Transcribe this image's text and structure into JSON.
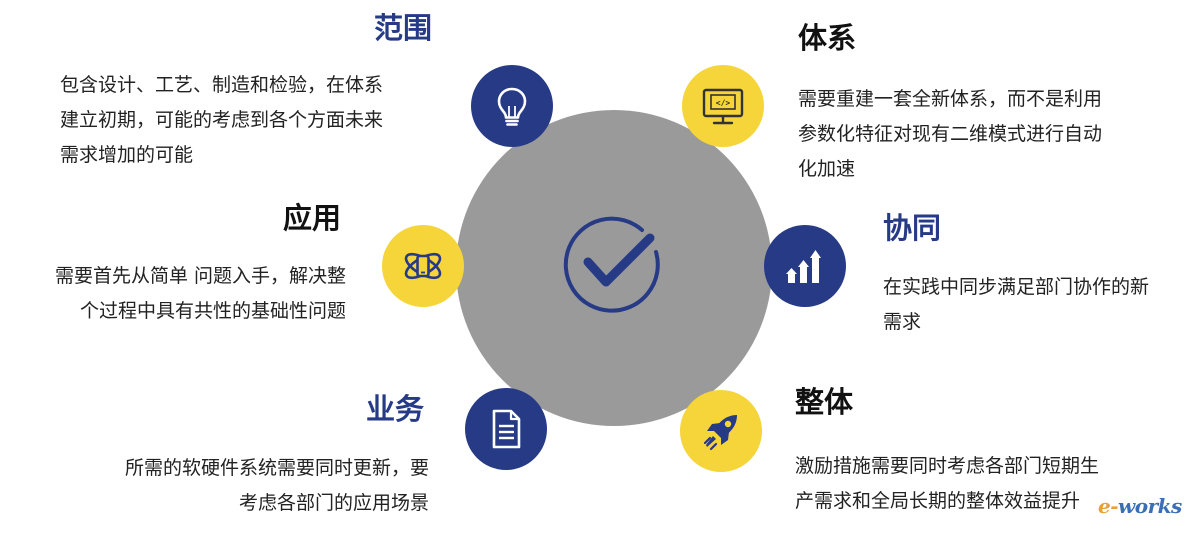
{
  "center": {
    "icon": "check-circle-icon"
  },
  "sections": {
    "scope": {
      "title": "范围",
      "lines": [
        "包含设计、工艺、制造和检验，在体系",
        "建立初期，可能的考虑到各个方面未来",
        "需求增加的可能"
      ],
      "icon": "lightbulb-icon"
    },
    "system": {
      "title": "体系",
      "lines": [
        "需要重建一套全新体系，而不是利用",
        "参数化特征对现有二维模式进行自动",
        "化加速"
      ],
      "icon": "code-monitor-icon"
    },
    "application": {
      "title": "应用",
      "lines": [
        "需要首先从简单 问题入手，解决整",
        "个过程中具有共性的基础性问题"
      ],
      "icon": "atom-phone-icon"
    },
    "collaboration": {
      "title": "协同",
      "lines": [
        "在实践中同步满足部门协作的新",
        "需求"
      ],
      "icon": "growth-chart-icon"
    },
    "business": {
      "title": "业务",
      "lines": [
        "所需的软硬件系统需要同时更新，要",
        "考虑各部门的应用场景"
      ],
      "icon": "document-icon"
    },
    "overall": {
      "title": "整体",
      "lines": [
        "激励措施需要同时考虑各部门短期生",
        "产需求和全局长期的整体效益提升"
      ],
      "icon": "rocket-icon"
    }
  },
  "watermark": {
    "part1": "e-",
    "part2": "works"
  },
  "colors": {
    "blue": "#263a86",
    "yellow": "#f5d53a",
    "gray": "#9a9a9a"
  }
}
